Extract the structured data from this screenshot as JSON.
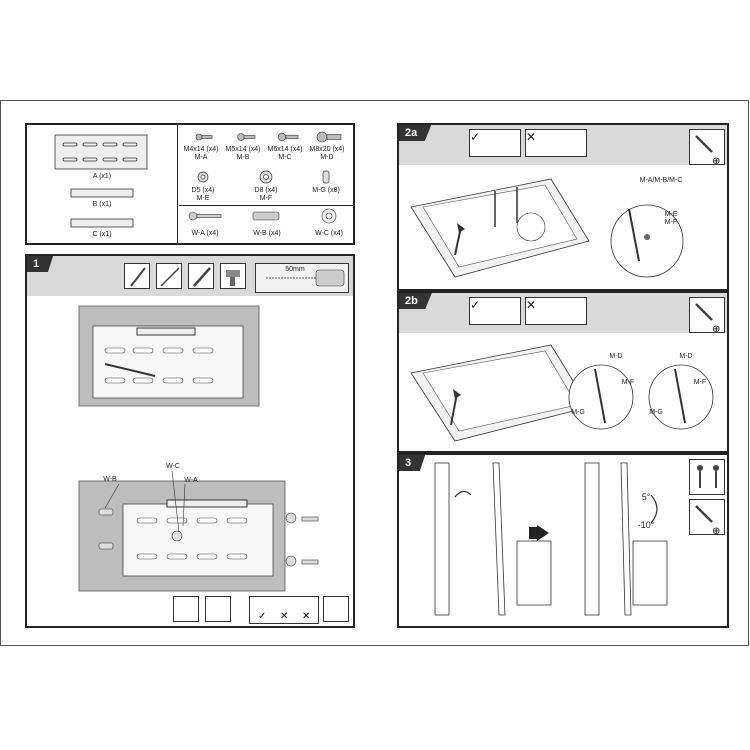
{
  "parts": {
    "rail_a": "A (x1)",
    "rail_b": "B (x1)",
    "rail_c": "C (x1)",
    "screws": [
      {
        "size": "M4x14 (x4)",
        "code": "M-A"
      },
      {
        "size": "M5x14 (x4)",
        "code": "M-B"
      },
      {
        "size": "M6x14 (x4)",
        "code": "M-C"
      },
      {
        "size": "M8x20 (x4)",
        "code": "M-D"
      }
    ],
    "washers": [
      {
        "size": "D5 (x4)",
        "code": "M-E"
      },
      {
        "size": "D8 (x4)",
        "code": "M-F"
      },
      {
        "size": "M-G (x8)",
        "code": ""
      }
    ],
    "wall": [
      {
        "label": "W-A (x4)"
      },
      {
        "label": "W-B (x4)"
      },
      {
        "label": "W-C (x4)"
      }
    ]
  },
  "step1": {
    "tag": "1",
    "depth_label": "50mm",
    "callouts": {
      "wb": "W-B",
      "wc": "W-C",
      "wa": "W-A"
    }
  },
  "step2a": {
    "tag": "2a",
    "zoom_label": "M-A/M-B/M-C",
    "me": "M-E",
    "mf": "M-F"
  },
  "step2b": {
    "tag": "2b",
    "left": {
      "md": "M-D",
      "mf": "M-F",
      "mg": "M-G"
    },
    "right": {
      "md": "M-D",
      "mf": "M-F",
      "mg": "M-G"
    }
  },
  "step3": {
    "tag": "3",
    "tilt_up": "5°",
    "tilt_down": "-10°"
  }
}
